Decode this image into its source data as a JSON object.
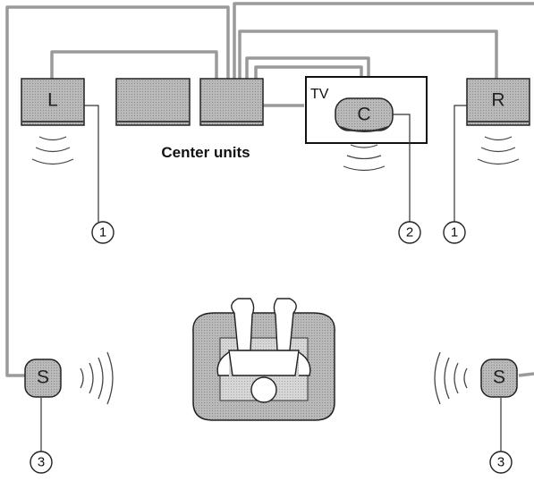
{
  "speakers": {
    "front_left": "L",
    "front_right": "R",
    "center": "C",
    "surround_left": "S",
    "surround_right": "S"
  },
  "tv_label": "TV",
  "center_units_label": "Center units",
  "callouts": {
    "front_left": "1",
    "center": "2",
    "front_right": "1",
    "surround_left": "3",
    "surround_right": "3"
  },
  "colors": {
    "cable": "#9a9a9a",
    "speaker_fill": "#a8a8a8",
    "unit_fill": "#b3b3b3",
    "outline": "#222222"
  }
}
